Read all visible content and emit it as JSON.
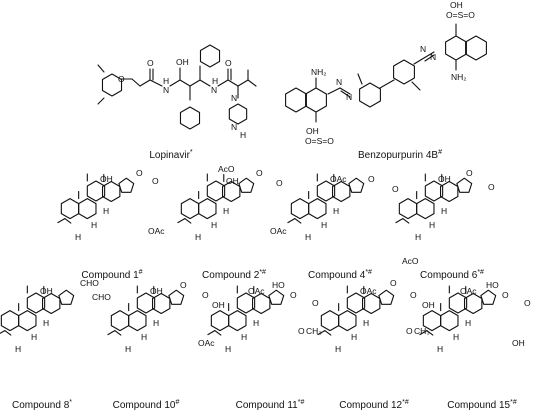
{
  "figure": {
    "molecules": [
      {
        "id": "lopinavir",
        "name": "Lopinavir",
        "mark": "*",
        "atoms": [
          "OH",
          "O",
          "H",
          "N",
          "N",
          "H",
          "O",
          "N",
          "N",
          "H",
          "O"
        ]
      },
      {
        "id": "benzopurpurin",
        "name": "Benzopurpurin 4B",
        "mark": "#",
        "atoms": [
          "OH",
          "O=S=O",
          "NH₂",
          "N",
          "N",
          "NH₂",
          "N",
          "N",
          "O=S=O",
          "OH"
        ]
      },
      {
        "id": "c1",
        "name": "Compound 1",
        "mark": "#",
        "atoms": [
          "OH",
          "O",
          "O",
          "H",
          "H",
          "H",
          "OAc"
        ]
      },
      {
        "id": "c2",
        "name": "Compound 2",
        "mark": "*#",
        "atoms": [
          "AcO",
          "OH",
          "O",
          "O",
          "H",
          "H",
          "H",
          "OAc"
        ]
      },
      {
        "id": "c4",
        "name": "Compound 4",
        "mark": "*#",
        "atoms": [
          "OAc",
          "O",
          "O",
          "H",
          "H",
          "H"
        ]
      },
      {
        "id": "c6",
        "name": "Compound 6",
        "mark": "*#",
        "atoms": [
          "OH",
          "O",
          "O",
          "H",
          "H",
          "H",
          "AcO"
        ]
      },
      {
        "id": "c8",
        "name": "Compound 8",
        "mark": "*",
        "atoms": [
          "OH",
          "CHO",
          "CHO",
          "H",
          "H",
          "H"
        ]
      },
      {
        "id": "c10",
        "name": "Compound 10",
        "mark": "#",
        "atoms": [
          "OH",
          "O",
          "O",
          "OH",
          "H",
          "H",
          "H",
          "OAc"
        ]
      },
      {
        "id": "c11",
        "name": "Compound 11",
        "mark": "*#",
        "atoms": [
          "HO",
          "O",
          "O",
          "OAc",
          "H",
          "H",
          "H",
          "O",
          "CH₃"
        ]
      },
      {
        "id": "c12",
        "name": "Compound 12",
        "mark": "*#",
        "atoms": [
          "O",
          "O",
          "OH",
          "OAc",
          "H",
          "H",
          "H",
          "O",
          "CH₃"
        ]
      },
      {
        "id": "c15",
        "name": "Compound 15",
        "mark": "*#",
        "atoms": [
          "HO",
          "O",
          "O",
          "OAc",
          "H",
          "H",
          "H",
          "OH"
        ]
      }
    ]
  }
}
